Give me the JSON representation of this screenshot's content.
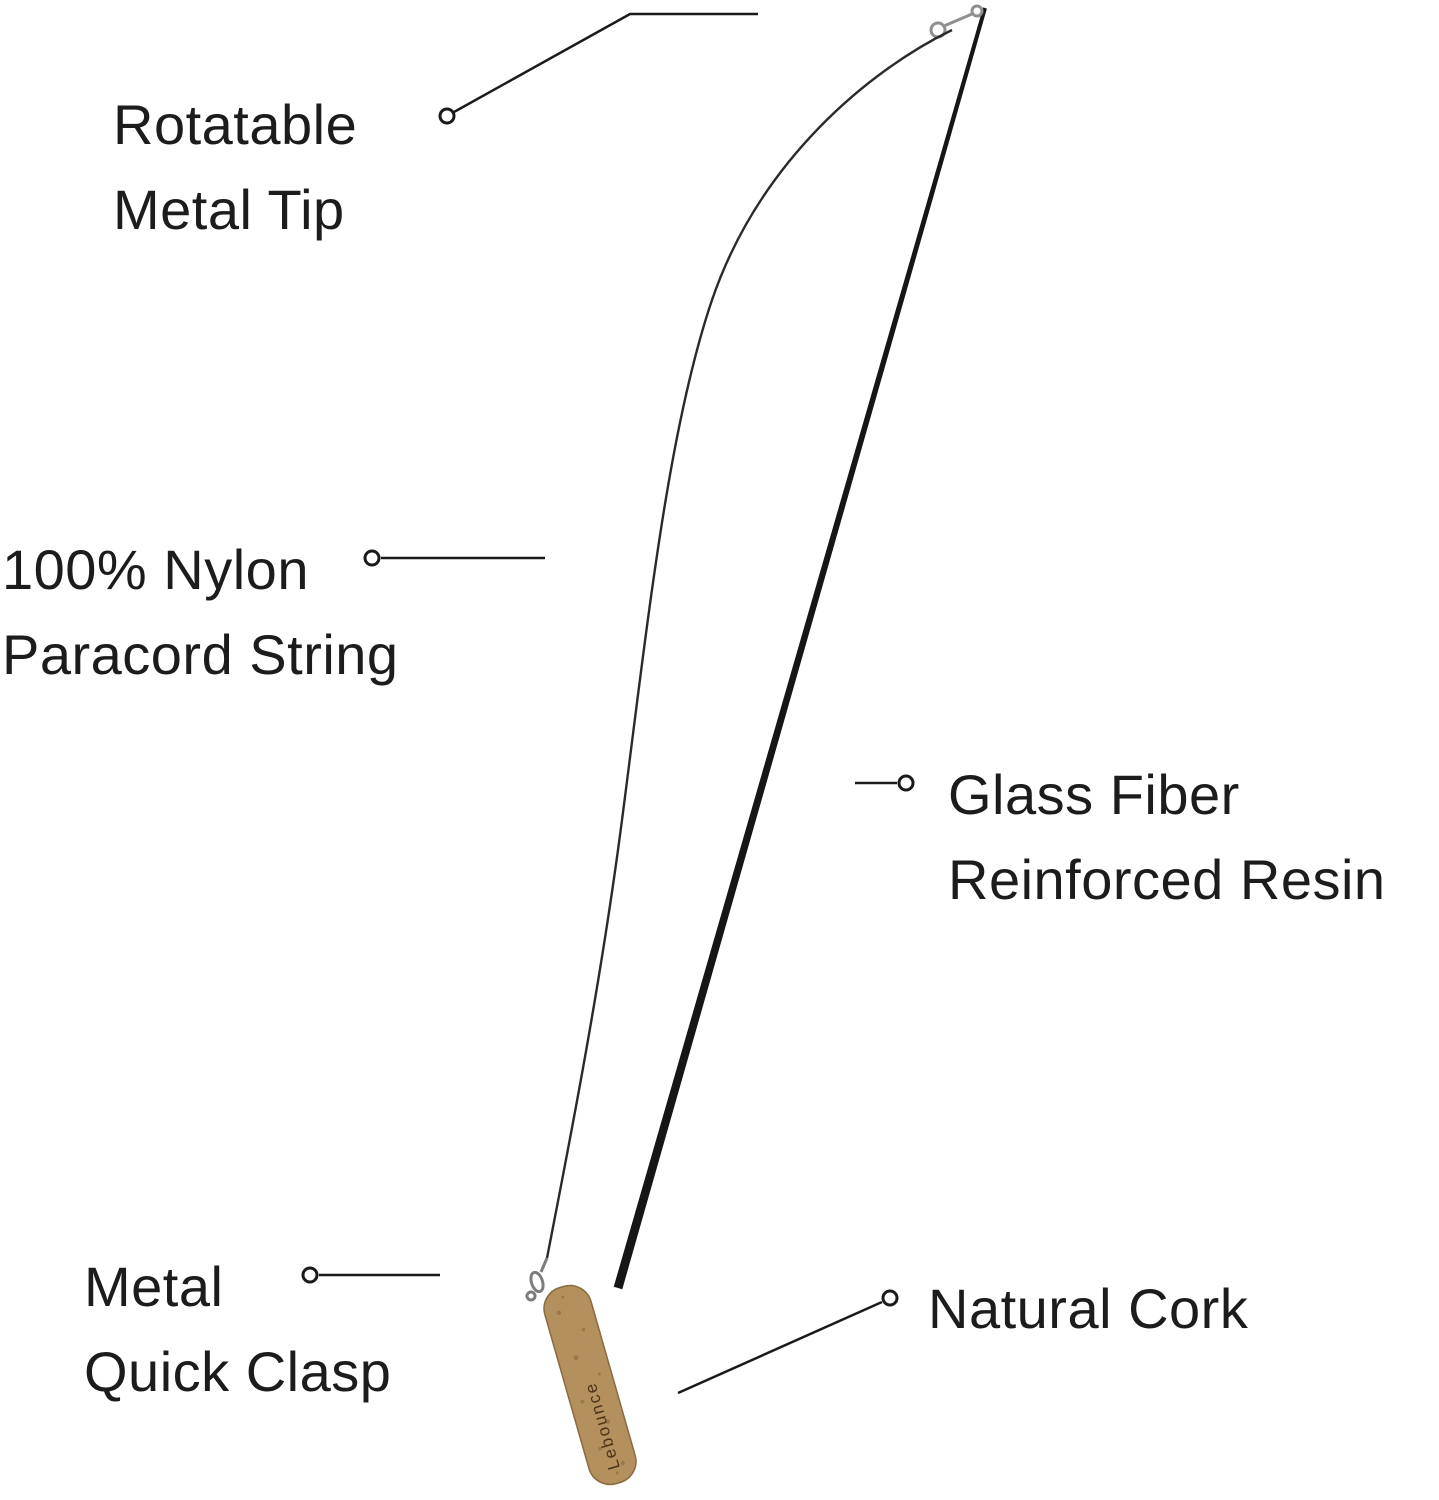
{
  "diagram": {
    "labels": {
      "metal_tip": {
        "line1": "Rotatable",
        "line2": "Metal Tip"
      },
      "paracord": {
        "line1": "100% Nylon",
        "line2": "Paracord String"
      },
      "resin": {
        "line1": "Glass Fiber",
        "line2": "Reinforced Resin"
      },
      "clasp": {
        "line1": "Metal",
        "line2": "Quick Clasp"
      },
      "cork": {
        "line1": "Natural Cork"
      }
    },
    "brand": "Lebounce",
    "colors": {
      "rod": "#161616",
      "string": "#2a2a2a",
      "cork": "#b3905e",
      "cork_edge": "#8a6b40",
      "metal": "#8f8f8f",
      "leader": "#1a1a1a",
      "text": "#1c1c1c"
    }
  }
}
